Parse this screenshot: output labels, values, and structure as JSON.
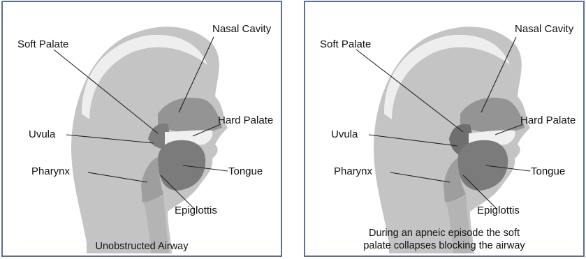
{
  "panels": [
    {
      "labels": {
        "soft_palate": "Soft Palate",
        "nasal_cavity": "Nasal Cavity",
        "hard_palate": "Hard Palate",
        "uvula": "Uvula",
        "pharynx": "Pharynx",
        "tongue": "Tongue",
        "epiglottis": "Epiglottis"
      },
      "caption_lines": [
        "Unobstructed Airway"
      ]
    },
    {
      "labels": {
        "soft_palate": "Soft Palate",
        "nasal_cavity": "Nasal Cavity",
        "hard_palate": "Hard Palate",
        "uvula": "Uvula",
        "pharynx": "Pharynx",
        "tongue": "Tongue",
        "epiglottis": "Epiglottis"
      },
      "caption_lines": [
        "During an apneic episode the soft",
        "palate collapses blocking the airway"
      ]
    }
  ],
  "colors": {
    "border": "#5d6f93",
    "head": "#c4c4c4",
    "skull_band": "#eeeeee",
    "nasal": "#949494",
    "tongue": "#7b7b7b",
    "airway": "#ffffff",
    "pharynx": "#9e9e9e",
    "leader_line": "#222222"
  }
}
